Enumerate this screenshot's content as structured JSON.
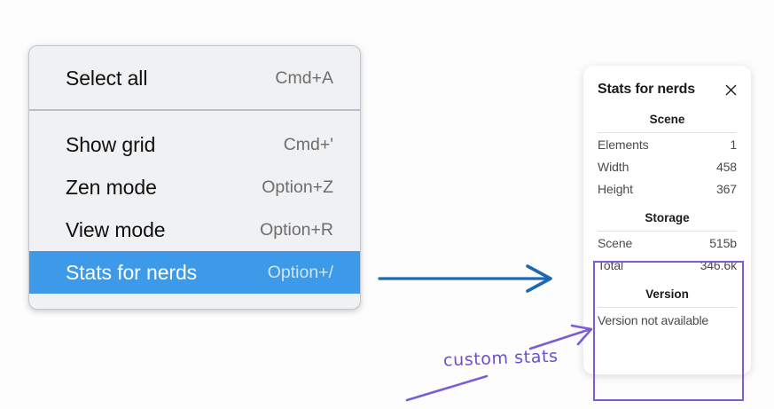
{
  "menu": {
    "sections": [
      {
        "items": [
          {
            "label": "Select all",
            "shortcut": "Cmd+A",
            "selected": false,
            "name": "menu-item-select-all"
          }
        ]
      },
      {
        "items": [
          {
            "label": "Show grid",
            "shortcut": "Cmd+'",
            "selected": false,
            "name": "menu-item-show-grid"
          },
          {
            "label": "Zen mode",
            "shortcut": "Option+Z",
            "selected": false,
            "name": "menu-item-zen-mode"
          },
          {
            "label": "View mode",
            "shortcut": "Option+R",
            "selected": false,
            "name": "menu-item-view-mode"
          },
          {
            "label": "Stats for nerds",
            "shortcut": "Option+/",
            "selected": true,
            "name": "menu-item-stats-for-nerds"
          }
        ]
      }
    ],
    "highlight_color": "#3d9ae8"
  },
  "stats_panel": {
    "title": "Stats for nerds",
    "close_icon": "close-icon",
    "sections": [
      {
        "heading": "Scene",
        "rows": [
          {
            "key": "Elements",
            "value": "1"
          },
          {
            "key": "Width",
            "value": "458"
          },
          {
            "key": "Height",
            "value": "367"
          }
        ]
      },
      {
        "heading": "Storage",
        "rows": [
          {
            "key": "Scene",
            "value": "515b"
          },
          {
            "key": "Total",
            "value": "346.6k"
          }
        ]
      },
      {
        "heading": "Version",
        "text": "Version not available"
      }
    ]
  },
  "annotations": {
    "handwritten_label": "custom stats",
    "arrow_blue_color": "#1b68b3",
    "arrow_purple_color": "#7b5cd6",
    "highlight_box_color": "#7b5cd6"
  }
}
